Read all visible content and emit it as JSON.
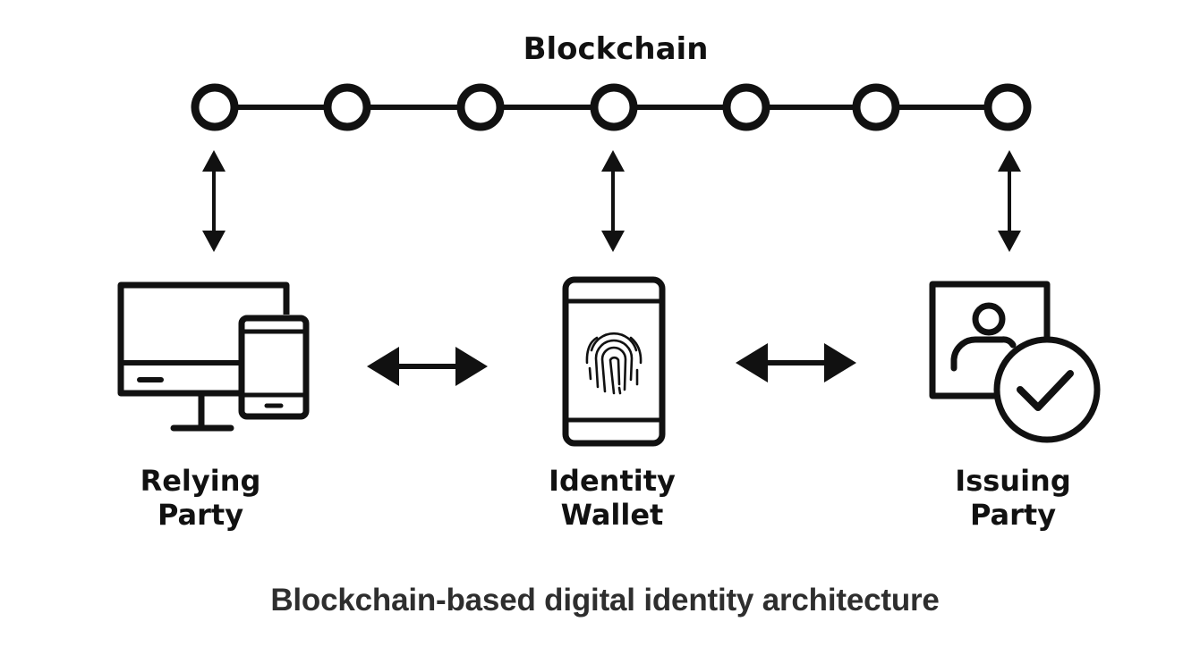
{
  "blockchain": {
    "title": "Blockchain",
    "block_count": 7
  },
  "parties": {
    "relying": {
      "line1": "Relying",
      "line2": "Party",
      "icon": "monitor-and-phone-icon"
    },
    "wallet": {
      "line1": "Identity",
      "line2": "Wallet",
      "icon": "fingerprint-phone-icon"
    },
    "issuing": {
      "line1": "Issuing",
      "line2": "Party",
      "icon": "verified-user-icon"
    }
  },
  "caption": "Blockchain-based digital identity architecture",
  "colors": {
    "stroke": "#111111",
    "caption": "#2e2e2e",
    "background": "#ffffff"
  }
}
